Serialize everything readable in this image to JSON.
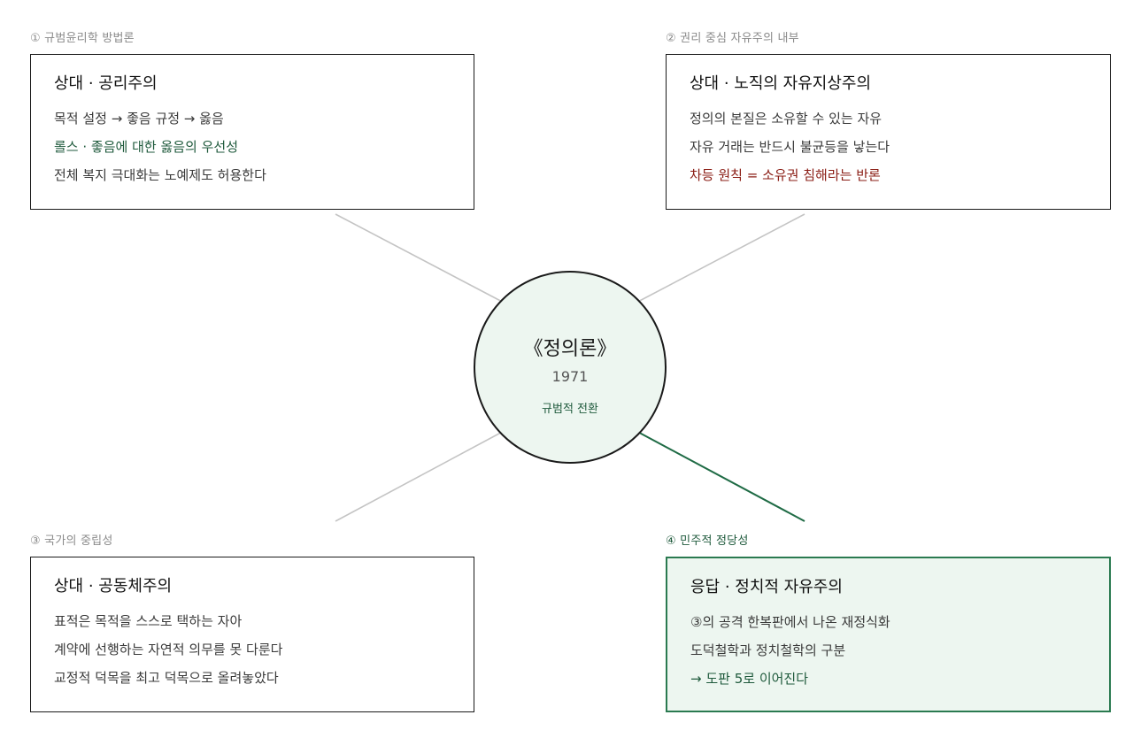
{
  "center": {
    "title": "《정의론》",
    "year": "1971",
    "subtitle": "규범적 전환"
  },
  "panels": [
    {
      "caption": "① 규범윤리학 방법론",
      "heading": "상대 · 공리주의",
      "lines": [
        "목적 설정 → 좋음 규정 → 옳음",
        "롤스 · 좋음에 대한 옳음의 우선성",
        "전체 복지 극대화는 노예제도 허용한다"
      ]
    },
    {
      "caption": "② 권리 중심 자유주의 내부",
      "heading": "상대 · 노직의 자유지상주의",
      "lines": [
        "정의의 본질은 소유할 수 있는 자유",
        "자유 거래는 반드시 불균등을 낳는다",
        "차등 원칙 = 소유권 침해라는 반론"
      ]
    },
    {
      "caption": "③ 국가의 중립성",
      "heading": "상대 · 공동체주의",
      "lines": [
        "표적은 목적을 스스로 택하는 자아",
        "계약에 선행하는 자연적 의무를 못 다룬다",
        "교정적 덕목을 최고 덕목으로 올려놓았다"
      ]
    },
    {
      "caption": "④ 민주적 정당성",
      "heading": "응답 · 정치적 자유주의",
      "lines": [
        "③의 공격 한복판에서 나온 재정식화",
        "도덕철학과 정치철학의 구분",
        "→ 도판 5로 이어진다"
      ]
    }
  ],
  "colors": {
    "accent_green": "#1f5a3c",
    "accent_border": "#2a7a50",
    "accent_fill": "#edf6f0",
    "accent_red": "#8a1c14",
    "connector_gray": "#c4c4c4"
  }
}
